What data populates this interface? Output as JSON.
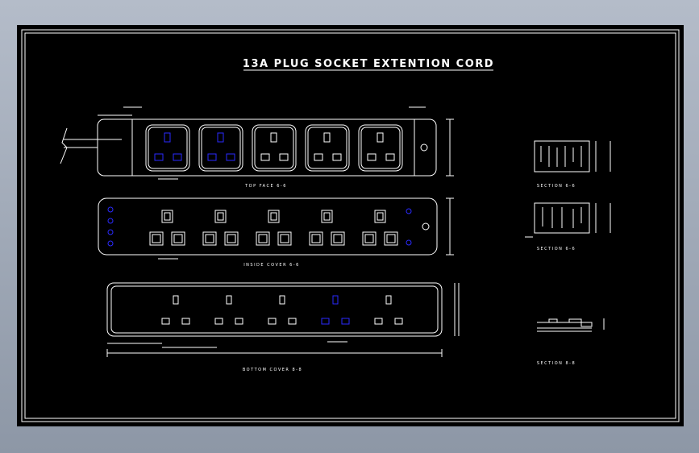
{
  "drawing": {
    "title": "13A PLUG SOCKET EXTENTION CORD",
    "views": {
      "top_face": "TOP FACE 6-6",
      "inside_cover": "INSIDE COVER 6-6",
      "bottom_cover": "BOTTOM COVER 8-8",
      "section_1": "SECTION 6-6",
      "section_2": "SECTION 6-6",
      "section_3": "SECTION 8-8"
    },
    "colors": {
      "background": "#000000",
      "line": "#ffffff",
      "highlight": "#2a2aff"
    }
  }
}
